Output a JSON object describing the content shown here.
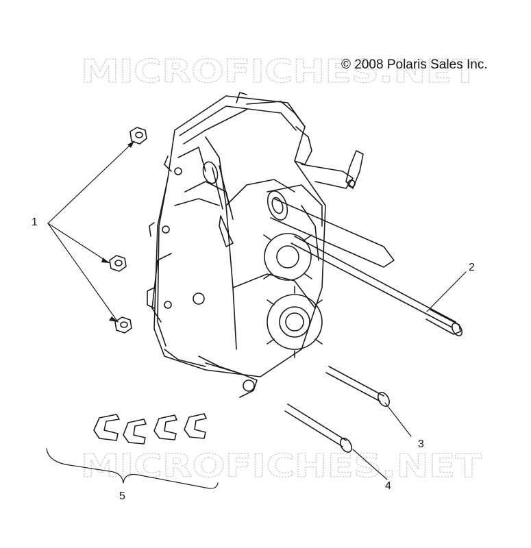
{
  "copyright": "© 2008 Polaris Sales Inc.",
  "watermark": "MICROFICHES.NET",
  "callouts": [
    "1",
    "2",
    "3",
    "4",
    "5"
  ],
  "colors": {
    "line": "#1a1a1a",
    "watermark": "#c8c8c8",
    "background": "#ffffff"
  }
}
